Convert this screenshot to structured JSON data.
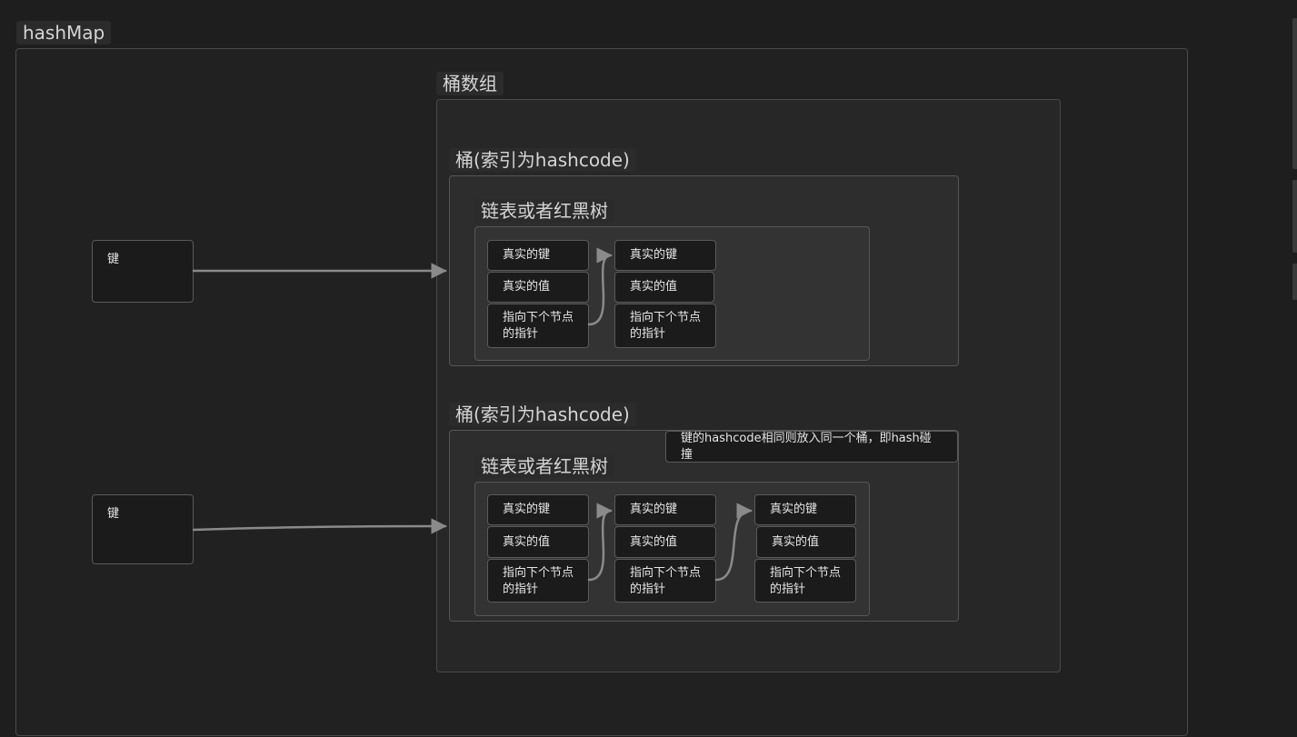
{
  "groups": {
    "hashmap": "hashMap",
    "bucket_array": "桶数组",
    "bucket": "桶(索引为hashcode)",
    "list": "链表或者红黑树"
  },
  "nodes": {
    "key": "键",
    "real_key": "真实的键",
    "real_value": "真实的值",
    "next_pointer": "指向下个节点的指针",
    "collision_note": "键的hashcode相同则放入同一个桶，即hash碰撞"
  },
  "colors": {
    "background": "#1e1e1e",
    "edge": "#8a8a8a",
    "node_fill": "#1b1b1b"
  }
}
